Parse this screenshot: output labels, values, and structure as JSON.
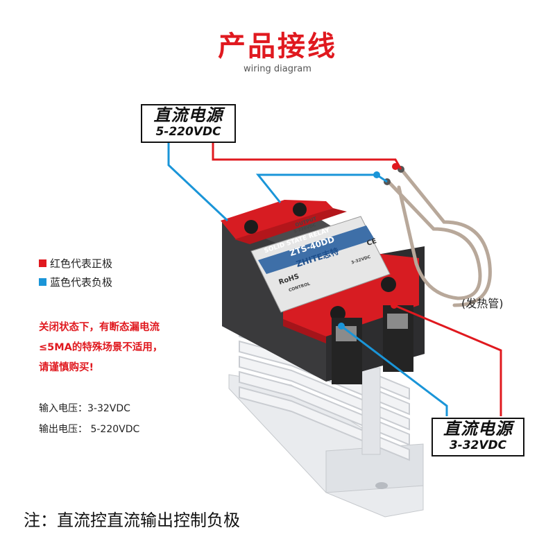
{
  "header": {
    "title": "产品接线",
    "subtitle": "wiring diagram"
  },
  "power_output": {
    "title": "直流电源",
    "voltage": "5-220VDC"
  },
  "power_input": {
    "title": "直流电源",
    "voltage": "3-32VDC"
  },
  "legend": {
    "red": {
      "label": "红色代表正极",
      "color": "#e0191f"
    },
    "blue": {
      "label": "蓝色代表负极",
      "color": "#1a95d8"
    }
  },
  "warning": {
    "line1": "关闭状态下，有断态漏电流",
    "line2": "≤5MA的特殊场景不适用，",
    "line3": "请谨慎购买!"
  },
  "specs": {
    "input": "输入电压：3-32VDC",
    "output": "输出电压： 5-220VDC"
  },
  "heater": {
    "label": "(发热管)"
  },
  "relay": {
    "output_text": "OUTPUT",
    "output_range": "5-220VDC",
    "type_text": "SOLID STATE RELAY",
    "model": "ZTS-40DD",
    "brand": "ZHITE志特",
    "rohs": "RoHS",
    "ce": "CE",
    "control_range": "3-32VDC",
    "control_text": "CONTROL"
  },
  "note": "注：直流控直流输出控制负极"
}
